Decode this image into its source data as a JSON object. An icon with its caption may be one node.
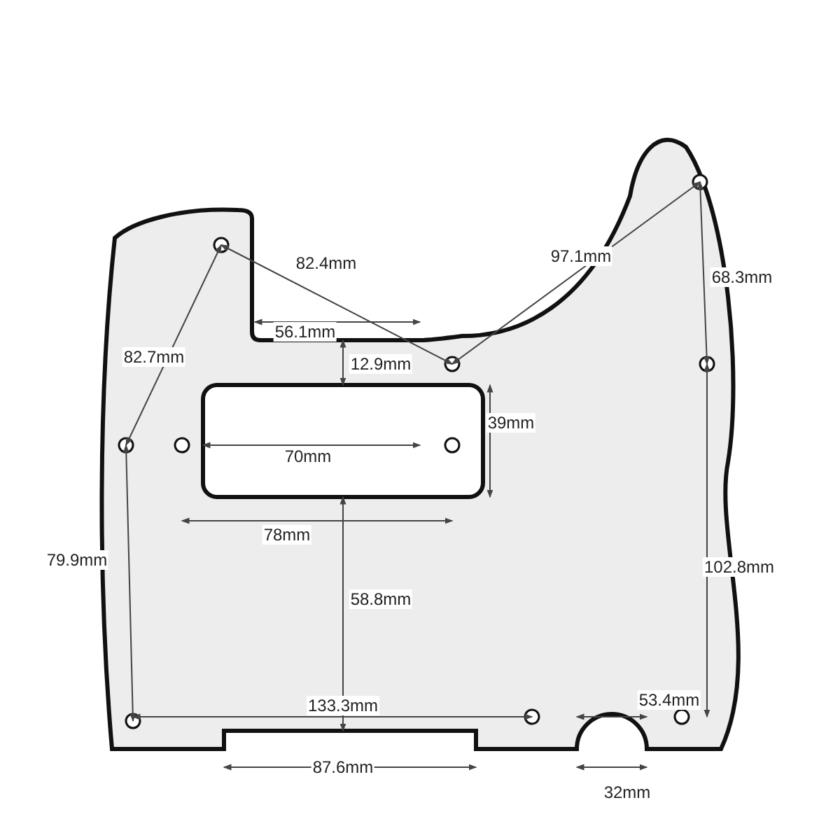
{
  "diagram": {
    "labels": [
      "82.4mm",
      "97.1mm",
      "68.3mm",
      "56.1mm",
      "82.7mm",
      "12.9mm",
      "39mm",
      "70mm",
      "78mm",
      "79.9mm",
      "58.8mm",
      "102.8mm",
      "133.3mm",
      "53.4mm",
      "87.6mm",
      "32mm"
    ]
  }
}
